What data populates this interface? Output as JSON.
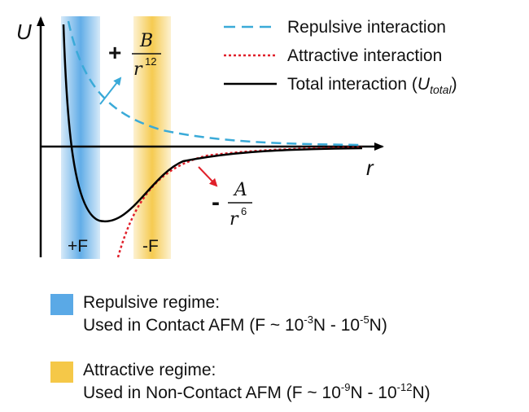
{
  "axes": {
    "y_label": "U",
    "x_label": "r"
  },
  "curves": {
    "repulsive": {
      "label": "Repulsive interaction",
      "color": "#3aaad8",
      "style": "dashed"
    },
    "attractive": {
      "label": "Attractive interaction",
      "color": "#e0202a",
      "style": "dotted"
    },
    "total": {
      "label_prefix": "Total interaction (",
      "label_var": "U",
      "label_sub": "total",
      "label_suffix": ")",
      "color": "#000000",
      "style": "solid"
    }
  },
  "terms": {
    "repulsive": {
      "sign": "+",
      "numerator": "B",
      "denominator": "r",
      "exponent": "12"
    },
    "attractive": {
      "sign": "-",
      "numerator": "A",
      "denominator": "r",
      "exponent": "6"
    }
  },
  "bands": {
    "repulsive": {
      "label": "+F",
      "color": "#5aa9e6"
    },
    "attractive": {
      "label": "-F",
      "color": "#f5c848"
    }
  },
  "regimes": [
    {
      "color": "#5aa9e6",
      "title": "Repulsive regime:",
      "desc_prefix": "Used in Contact AFM (F ~ 10",
      "exp1": "-3",
      "desc_mid": "N - 10",
      "exp2": "-5",
      "desc_suffix": "N)"
    },
    {
      "color": "#f5c848",
      "title": "Attractive regime:",
      "desc_prefix": "Used in Non-Contact AFM (F ~ 10",
      "exp1": "-9",
      "desc_mid": "N - 10",
      "exp2": "-12",
      "desc_suffix": "N)"
    }
  ],
  "arrow_color_repulsive": "#3aaad8",
  "arrow_color_attractive": "#e0202a"
}
